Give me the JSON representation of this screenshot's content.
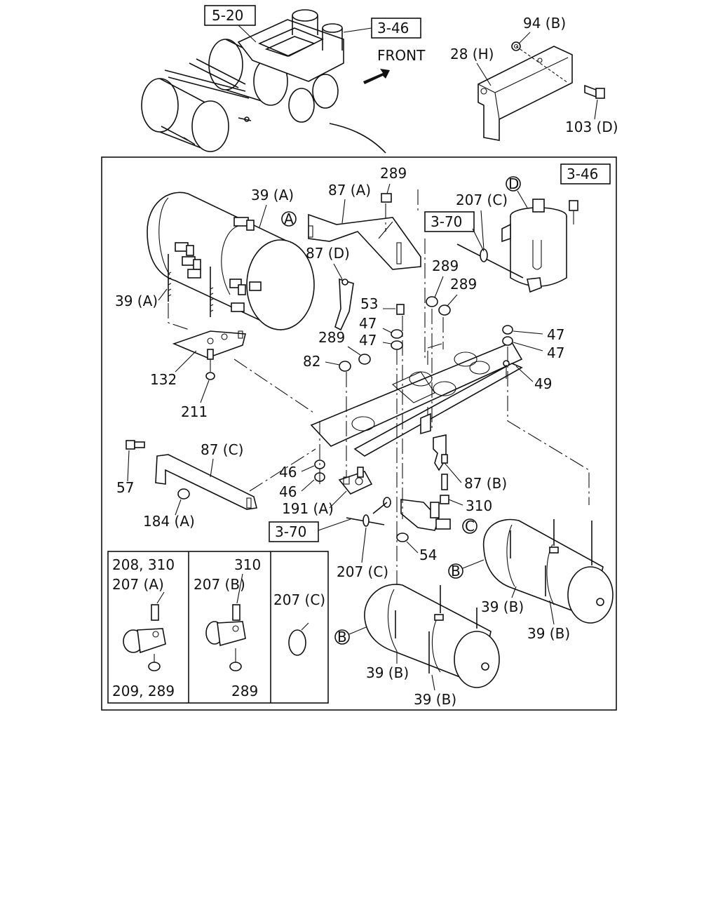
{
  "overview": {
    "ref_boxes": [
      {
        "id": "ref-5-20-overview",
        "text": "5-20"
      },
      {
        "id": "ref-3-46-overview",
        "text": "3-46"
      }
    ],
    "front_label": "FRONT"
  },
  "inset_bracket": {
    "labels": [
      "94 (B)",
      "28 (H)",
      "103 (D)"
    ]
  },
  "main": {
    "ref_boxes": [
      {
        "id": "ref-3-46-main",
        "text": "3-46"
      },
      {
        "id": "ref-3-70-upper",
        "text": "3-70"
      },
      {
        "id": "ref-3-70-lower",
        "text": "3-70"
      }
    ],
    "circle_markers": [
      "A",
      "D",
      "C",
      "B",
      "B"
    ],
    "part_labels": [
      "289",
      "39 (A)",
      "87 (A)",
      "207 (C)",
      "87 (D)",
      "39 (A)",
      "289",
      "289",
      "53",
      "47",
      "47",
      "47",
      "47",
      "289",
      "82",
      "132",
      "211",
      "49",
      "87 (C)",
      "57",
      "46",
      "46",
      "87 (B)",
      "191 (A)",
      "310",
      "184 (A)",
      "54",
      "207 (C)",
      "39 (B)",
      "39 (B)",
      "39 (B)",
      "39 (B)"
    ]
  },
  "detail_panels": [
    {
      "labels": [
        "208, 310",
        "207 (A)",
        "209, 289"
      ]
    },
    {
      "labels": [
        "310",
        "207 (B)",
        "289"
      ]
    },
    {
      "labels": [
        "207 (C)"
      ]
    }
  ]
}
